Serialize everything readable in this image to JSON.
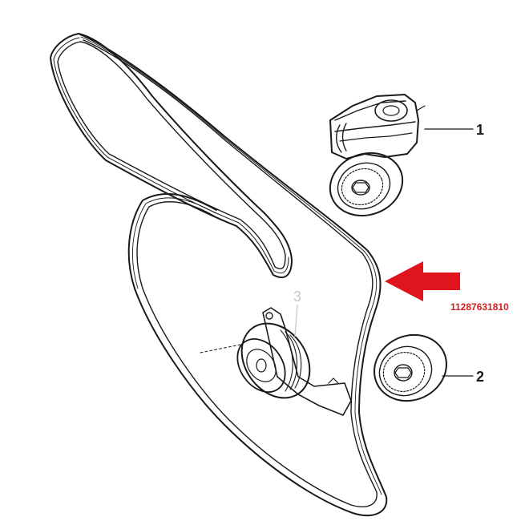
{
  "callouts": {
    "tensioner": "1",
    "idler_pulley": "2",
    "deflection_pulley": "3"
  },
  "part_number": "11287631810",
  "colors": {
    "arrow": "#e0141e",
    "part_number": "#d42020",
    "line": "#1a1a1a",
    "faint_callout": "#c8c8c8"
  },
  "arrow": {
    "icon": "arrow-left-icon"
  }
}
